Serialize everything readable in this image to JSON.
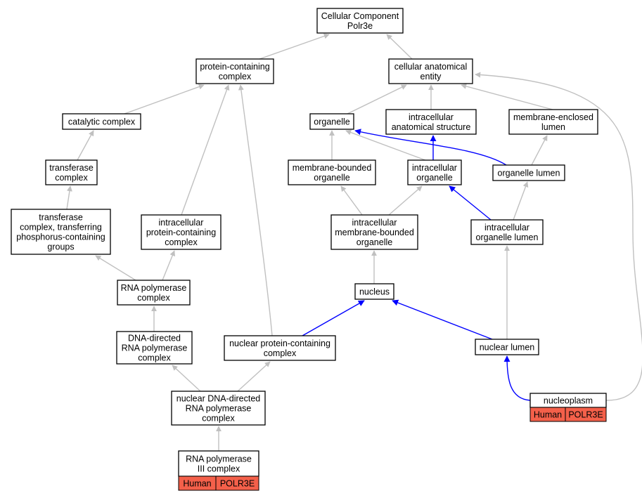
{
  "colors": {
    "edge_gray": "#c0c0c0",
    "edge_blue": "#0000ff",
    "tag_fill": "#f4604a"
  },
  "nodes": {
    "root": [
      "Cellular Component",
      "Polr3e"
    ],
    "pcc": [
      "protein-containing",
      "complex"
    ],
    "cae": [
      "cellular anatomical",
      "entity"
    ],
    "cat": [
      "catalytic complex"
    ],
    "org": [
      "organelle"
    ],
    "ias": [
      "intracellular",
      "anatomical structure"
    ],
    "mel": [
      "membrane-enclosed",
      "lumen"
    ],
    "trf": [
      "transferase",
      "complex"
    ],
    "mbo": [
      "membrane-bounded",
      "organelle"
    ],
    "io": [
      "intracellular",
      "organelle"
    ],
    "ol": [
      "organelle lumen"
    ],
    "tcp": [
      "transferase",
      "complex, transferring",
      "phosphorus-containing",
      "groups"
    ],
    "ipc": [
      "intracellular",
      "protein-containing",
      "complex"
    ],
    "imbo": [
      "intracellular",
      "membrane-bounded",
      "organelle"
    ],
    "iol": [
      "intracellular",
      "organelle lumen"
    ],
    "rnap": [
      "RNA polymerase",
      "complex"
    ],
    "nuc": [
      "nucleus"
    ],
    "ddrp": [
      "DNA-directed",
      "RNA polymerase",
      "complex"
    ],
    "npc": [
      "nuclear protein-containing",
      "complex"
    ],
    "nl": [
      "nuclear lumen"
    ],
    "nddrp": [
      "nuclear DNA-directed",
      "RNA polymerase",
      "complex"
    ],
    "np": [
      "nucleoplasm"
    ],
    "rp3": [
      "RNA polymerase",
      "III complex"
    ]
  },
  "tags": {
    "np": [
      "Human",
      "POLR3E"
    ],
    "rp3": [
      "Human",
      "POLR3E"
    ]
  }
}
